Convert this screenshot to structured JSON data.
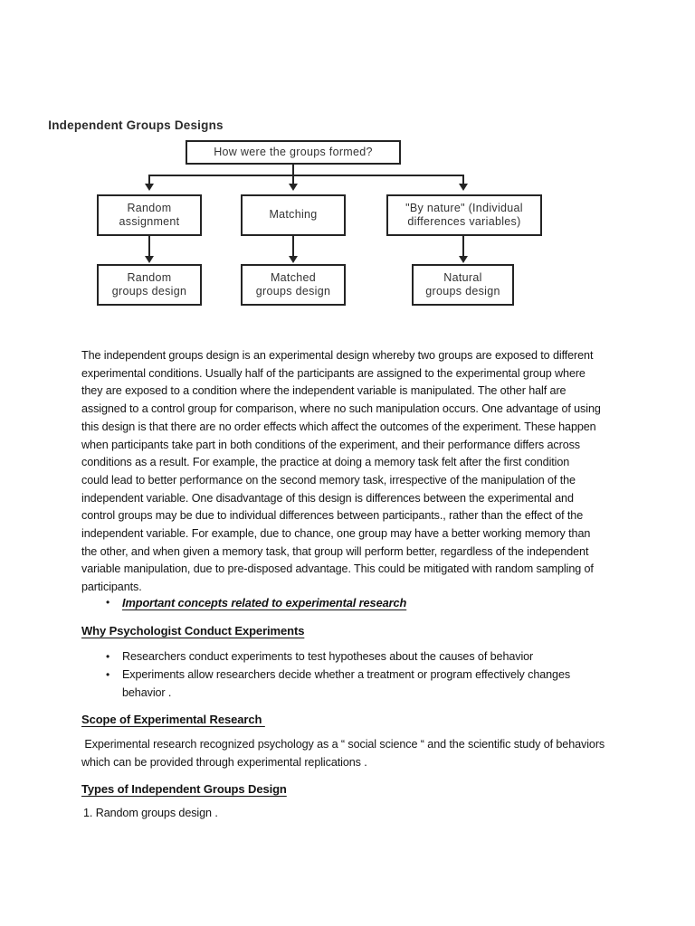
{
  "viewer": {
    "frame_color": "#3c3c3c"
  },
  "glyphs": {
    "bullet": "•"
  },
  "flowchart": {
    "title": "Independent Groups Designs",
    "root_question": "How were the groups formed?",
    "branches": [
      {
        "label": "Random\nassignment",
        "result": "Random\ngroups design"
      },
      {
        "label": "Matching",
        "result": "Matched\ngroups design"
      },
      {
        "label": "\"By nature\" (Individual\ndifferences variables)",
        "result": "Natural\ngroups design"
      }
    ]
  },
  "document": {
    "main_paragraph_lines": [
      "The independent groups design is an experimental design whereby two groups are exposed to different",
      "experimental conditions. Usually half of the participants are assigned to the experimental group where",
      "they are exposed to a condition where the independent variable is manipulated. The other half are",
      "assigned to a control group for comparison, where no such manipulation occurs. One advantage of using",
      "this design is that there are no order effects which affect the outcomes of the experiment. These happen",
      "when participants take part in both conditions of the experiment, and their performance differs across",
      "conditions as a result. For example, the practice at doing a memory task felt after the first condition",
      "could lead to better performance on the second memory task, irrespective of the manipulation of the",
      "independent variable. One disadvantage of this design is differences between the experimental and",
      "control groups may be due to individual differences between participants., rather than the effect of the",
      "independent variable. For example, due to chance, one group may have a better working memory than",
      "the other, and when given a memory task, that group will perform better, regardless of the independent",
      "variable manipulation, due to pre-disposed advantage. This could be mitigated with random sampling of",
      "participants."
    ],
    "important_bullet": "Important concepts related to experimental research",
    "why_heading": "Why Psychologist Conduct Experiments",
    "why_bullets": [
      [
        "Researchers conduct experiments to test hypotheses about the causes of behavior"
      ],
      [
        "Experiments allow researchers decide whether a treatment or program effectively changes",
        "behavior ."
      ]
    ],
    "scope_heading": "Scope of Experimental Research ",
    "scope_lines": [
      " Experimental research recognized psychology as a “ social science “ and the scientific study of behaviors",
      "which can be provided through experimental replications ."
    ],
    "types_heading": "Types of Independent Groups Design",
    "types_item": "1. Random groups design ."
  }
}
